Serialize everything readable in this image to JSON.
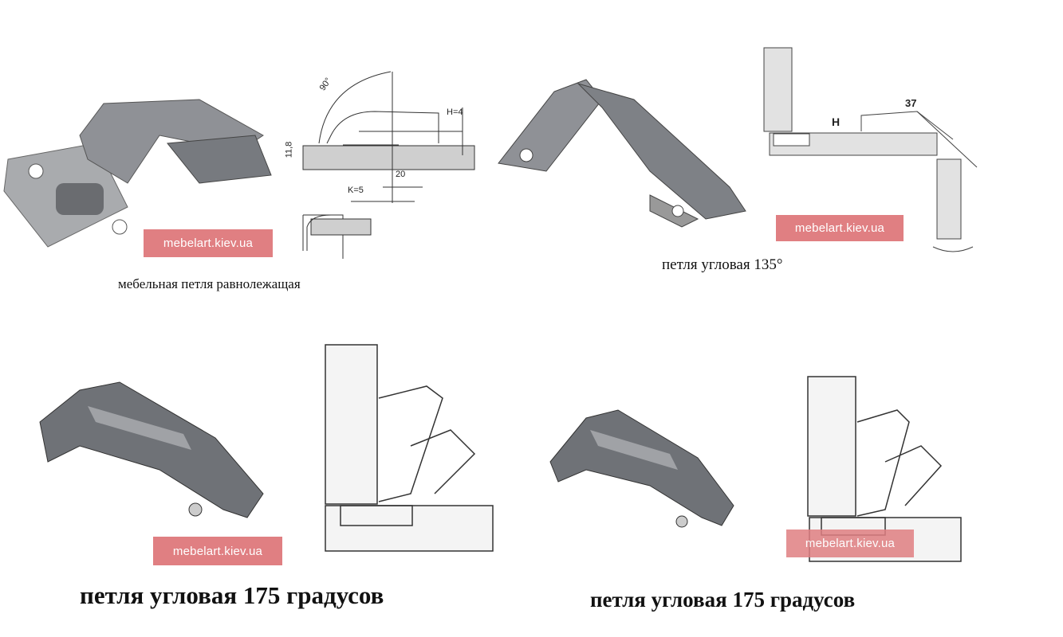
{
  "panels": [
    {
      "caption": "мебельная петля равнолежащая",
      "watermark": "mebelart.kiev.ua",
      "dimensions": {
        "angle": "90°",
        "h": "H=4",
        "depth": "11,8",
        "width": "20",
        "k": "K=5"
      }
    },
    {
      "caption": "петля угловая 135°",
      "watermark": "mebelart.kiev.ua",
      "dimensions": {
        "width": "37",
        "h": "H"
      }
    },
    {
      "caption": "петля угловая 175 градусов",
      "watermark": "mebelart.kiev.ua"
    },
    {
      "caption": "петля угловая 175 градусов",
      "watermark": "mebelart.kiev.ua"
    }
  ],
  "colors": {
    "watermark": "#e07f82",
    "metal": "#8a8c90",
    "line": "#333333"
  }
}
